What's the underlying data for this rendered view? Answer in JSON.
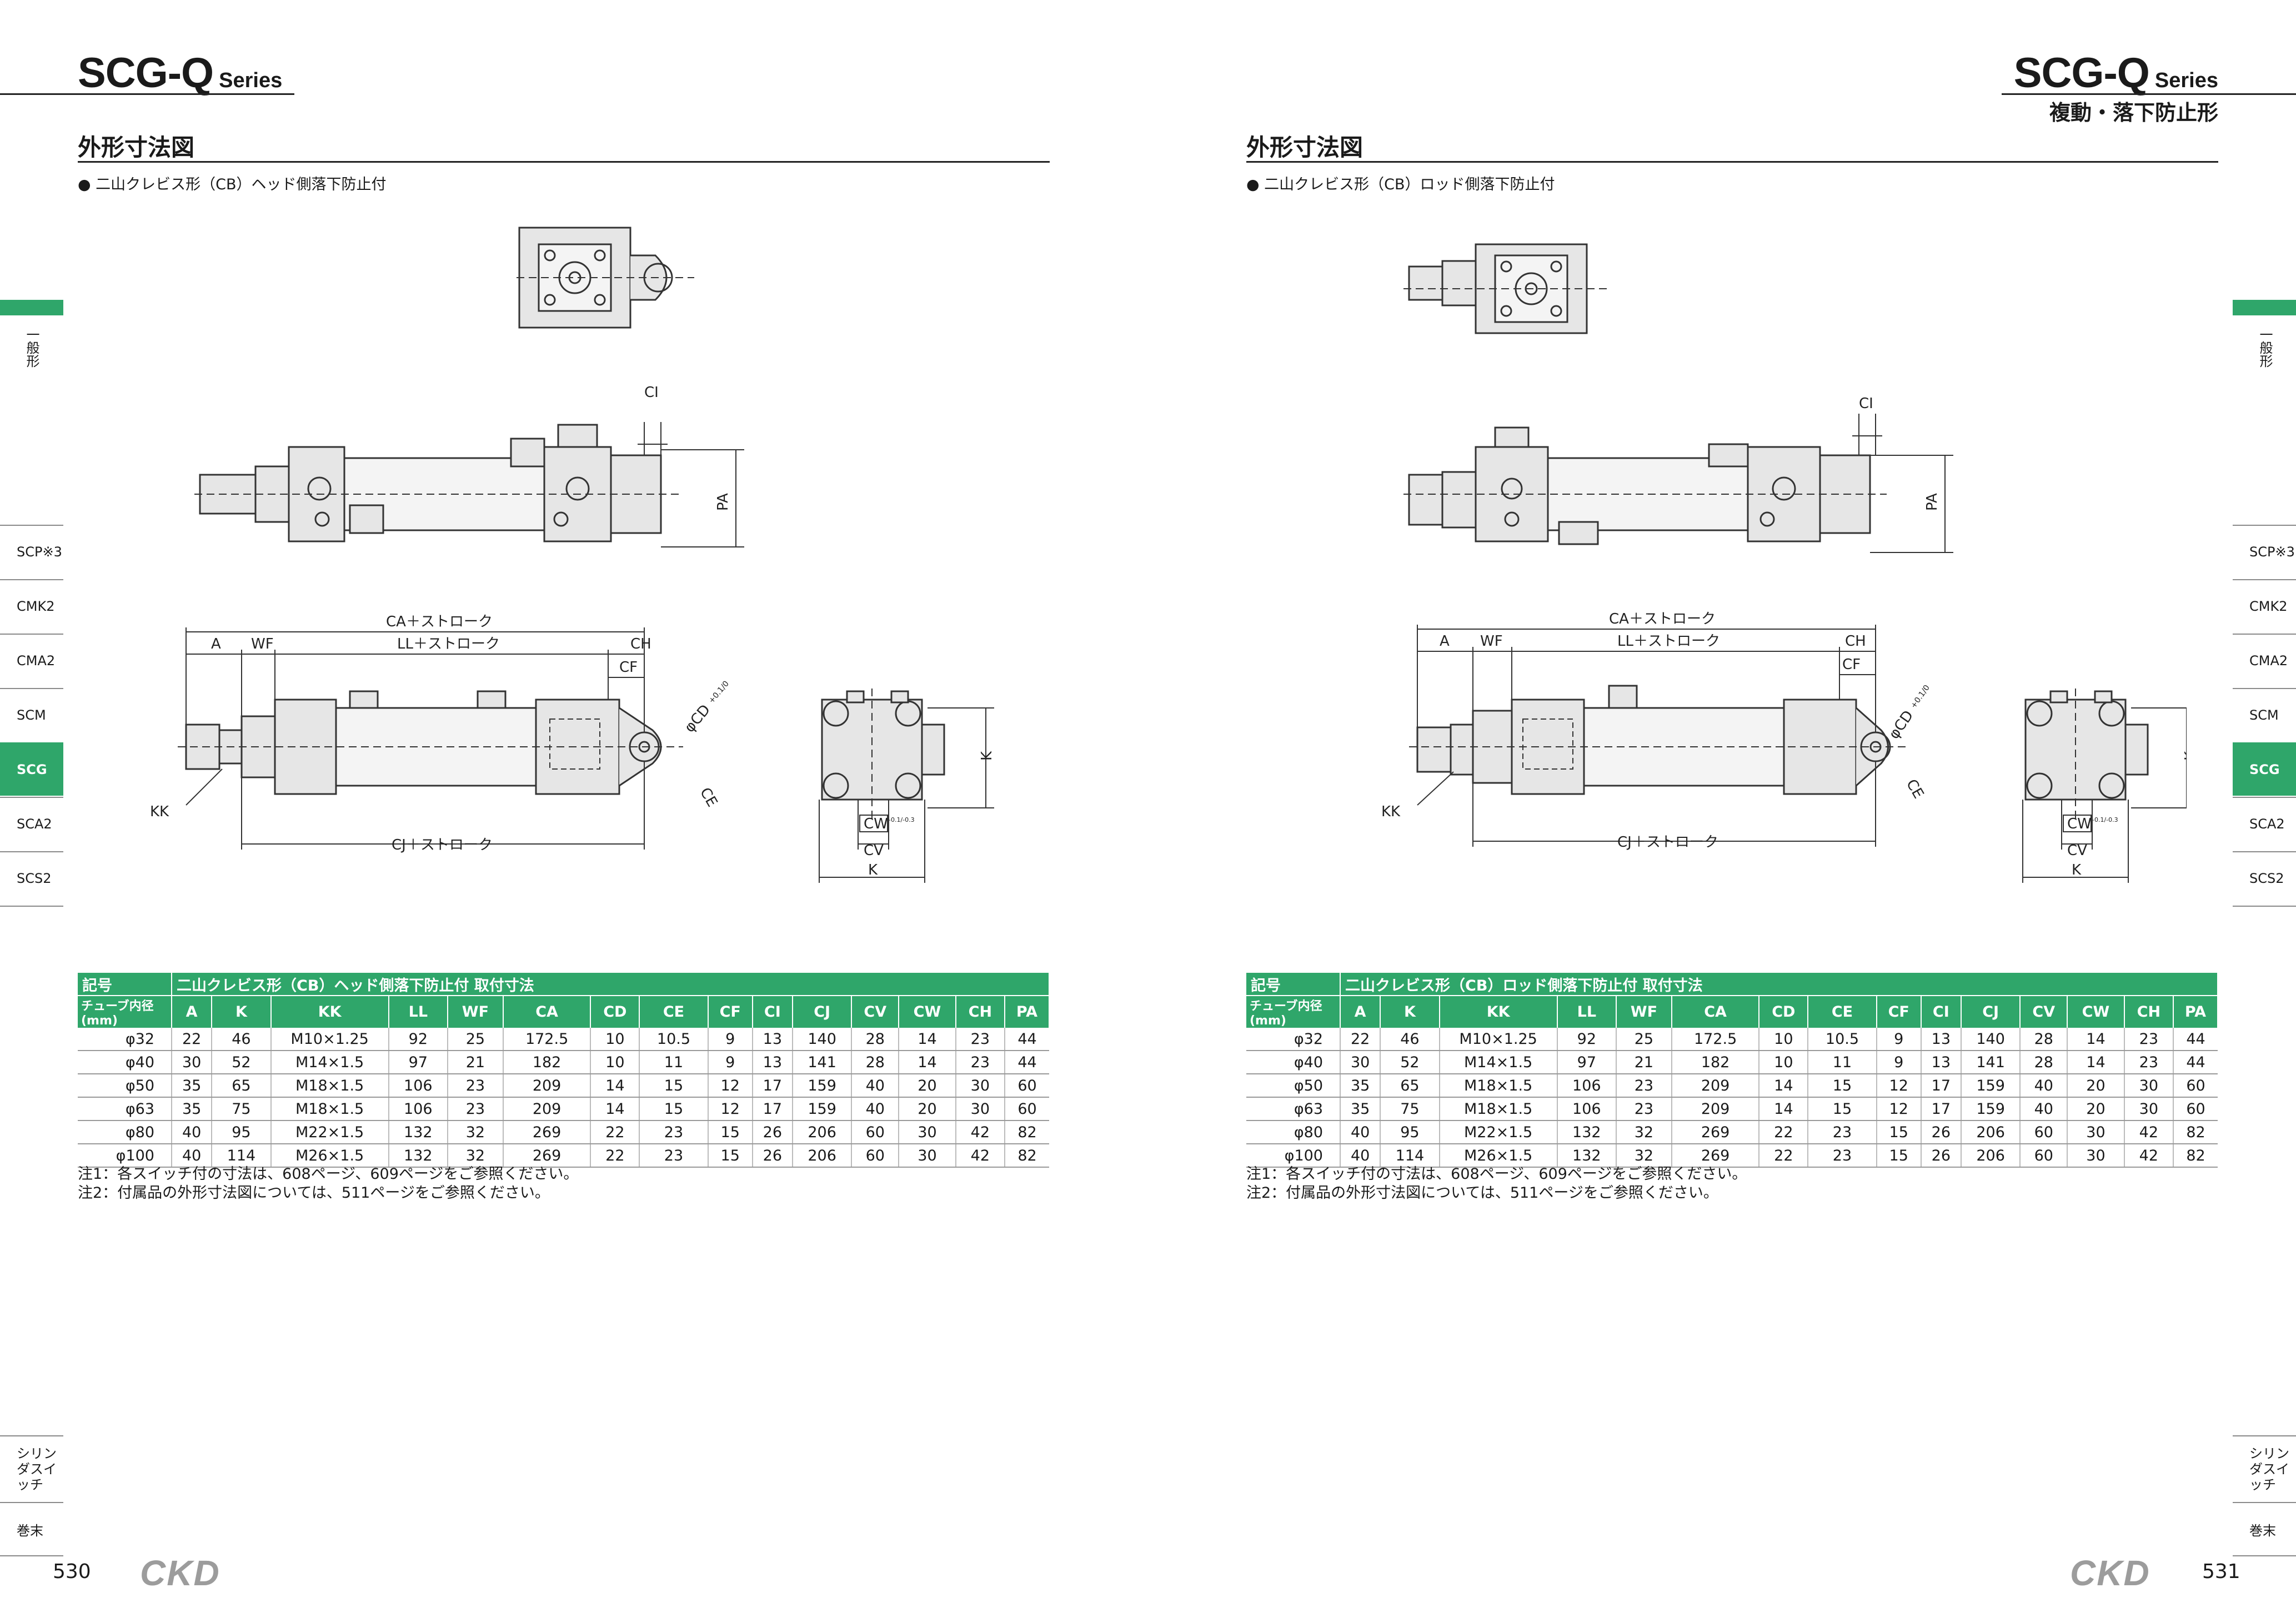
{
  "left_page": {
    "series": "SCG-Q",
    "series_suffix": "Series",
    "section_title": "外形寸法図",
    "bullet": "● 二山クレビス形（CB）ヘッド側落下防止付",
    "table_title": "二山クレビス形（CB）ヘッド側落下防止付 取付寸法",
    "page_number": "530",
    "logo": "CKD"
  },
  "right_page": {
    "series": "SCG-Q",
    "series_suffix": "Series",
    "subtitle": "複動・落下防止形",
    "section_title": "外形寸法図",
    "bullet": "● 二山クレビス形（CB）ロッド側落下防止付",
    "table_title": "二山クレビス形（CB）ロッド側落下防止付 取付寸法",
    "page_number": "531",
    "logo": "CKD"
  },
  "side_tabs": {
    "general": "一般形",
    "items": [
      "SCP※3",
      "CMK2",
      "CMA2",
      "SCM",
      "SCG",
      "SCA2",
      "SCS2"
    ],
    "active": "SCG",
    "bottom": [
      "シリンダスイッチ",
      "巻末"
    ]
  },
  "drawing_labels": {
    "ci": "CI",
    "pa": "PA",
    "ca": "CA＋ストローク",
    "a": "A",
    "wf": "WF",
    "ll": "LL＋ストローク",
    "ch": "CH",
    "cf": "CF",
    "cd": "φCD",
    "cd_tol": "+0.1/0",
    "ce": "CE",
    "kk": "KK",
    "cj": "CJ＋ストローク",
    "k": "K",
    "cw": "CW",
    "cw_tol": "-0.1/-0.3",
    "cv": "CV"
  },
  "table": {
    "symbol_label": "記号",
    "bore_label": "チューブ内径(mm)",
    "columns": [
      "A",
      "K",
      "KK",
      "LL",
      "WF",
      "CA",
      "CD",
      "CE",
      "CF",
      "CI",
      "CJ",
      "CV",
      "CW",
      "CH",
      "PA"
    ],
    "rows": [
      [
        "φ32",
        "22",
        "46",
        "M10×1.25",
        "92",
        "25",
        "172.5",
        "10",
        "10.5",
        "9",
        "13",
        "140",
        "28",
        "14",
        "23",
        "44"
      ],
      [
        "φ40",
        "30",
        "52",
        "M14×1.5",
        "97",
        "21",
        "182",
        "10",
        "11",
        "9",
        "13",
        "141",
        "28",
        "14",
        "23",
        "44"
      ],
      [
        "φ50",
        "35",
        "65",
        "M18×1.5",
        "106",
        "23",
        "209",
        "14",
        "15",
        "12",
        "17",
        "159",
        "40",
        "20",
        "30",
        "60"
      ],
      [
        "φ63",
        "35",
        "75",
        "M18×1.5",
        "106",
        "23",
        "209",
        "14",
        "15",
        "12",
        "17",
        "159",
        "40",
        "20",
        "30",
        "60"
      ],
      [
        "φ80",
        "40",
        "95",
        "M22×1.5",
        "132",
        "32",
        "269",
        "22",
        "23",
        "15",
        "26",
        "206",
        "60",
        "30",
        "42",
        "82"
      ],
      [
        "φ100",
        "40",
        "114",
        "M26×1.5",
        "132",
        "32",
        "269",
        "22",
        "23",
        "15",
        "26",
        "206",
        "60",
        "30",
        "42",
        "82"
      ]
    ]
  },
  "notes": [
    "注1：各スイッチ付の寸法は、608ページ、609ページをご参照ください。",
    "注2：付属品の外形寸法図については、511ページをご参照ください。"
  ]
}
